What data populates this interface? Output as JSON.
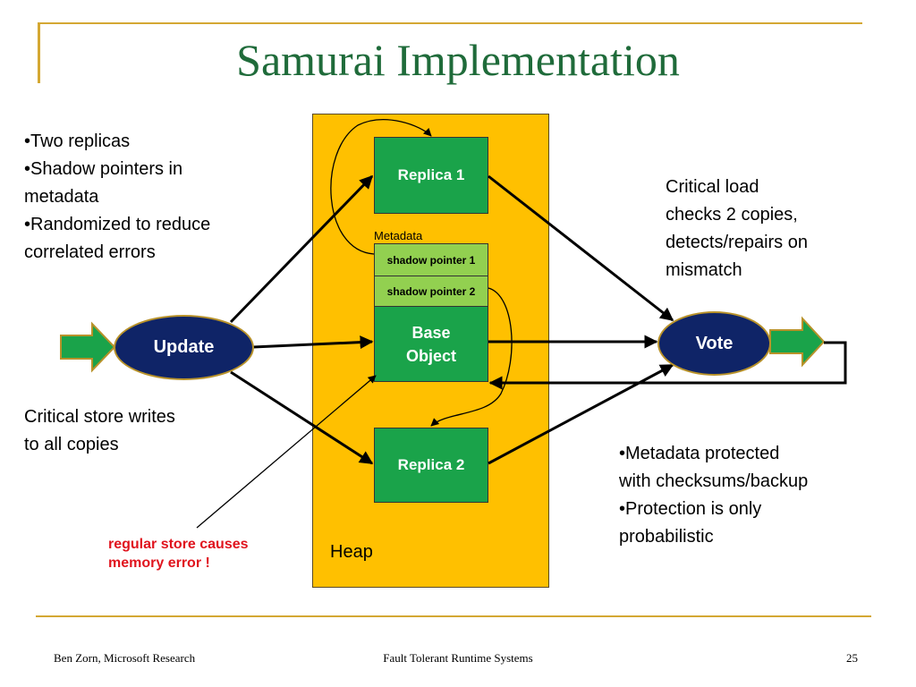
{
  "slide": {
    "title": "Samurai Implementation",
    "footer_left": "Ben Zorn, Microsoft Research",
    "footer_center": "Fault Tolerant Runtime Systems",
    "footer_right": "25"
  },
  "diagram": {
    "heap_label": "Heap",
    "metadata_label": "Metadata",
    "replica1": "Replica 1",
    "replica2": "Replica 2",
    "shadow_pointer_1": "shadow pointer 1",
    "shadow_pointer_2": "shadow pointer 2",
    "base_object_line1": "Base",
    "base_object_line2": "Object",
    "update": "Update",
    "vote": "Vote"
  },
  "notes": {
    "left_top": [
      "•Two replicas",
      "•Shadow pointers in",
      "metadata",
      "•Randomized to reduce",
      "correlated errors"
    ],
    "left_middle": [
      "Critical store writes",
      "to all copies"
    ],
    "red_error": [
      "regular store causes",
      "memory error !"
    ],
    "right_top": [
      "Critical load",
      "checks 2 copies,",
      "detects/repairs on",
      "mismatch"
    ],
    "right_bottom": [
      "•Metadata protected",
      "with checksums/backup",
      "•Protection is only",
      "probabilistic"
    ]
  },
  "colors": {
    "title": "#1f6b3a",
    "heap": "#ffc000",
    "replica": "#1aa34a",
    "metadata_box": "#92d050",
    "oval": "#0f2467",
    "red_text": "#e0141e",
    "rule": "#d4a833"
  }
}
